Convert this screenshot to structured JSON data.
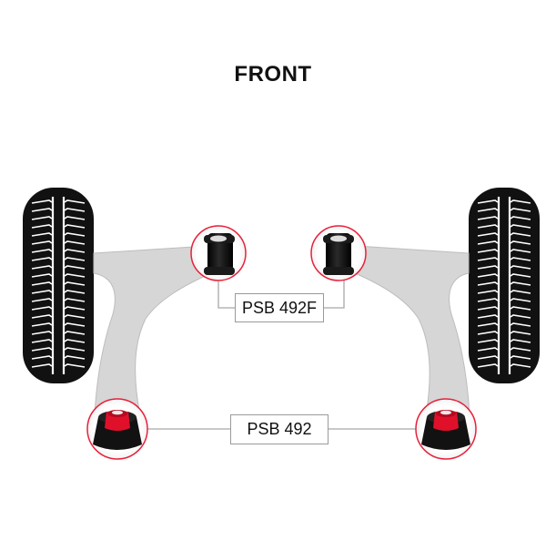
{
  "title": "FRONT",
  "labels": {
    "front_bush": "PSB 492F",
    "rear_bush": "PSB 492"
  },
  "colors": {
    "arm": "#d6d6d6",
    "arm_outline": "#b4b4b4",
    "tyre": "#111111",
    "bush_rubber": "#141414",
    "bush_insert": "#e0102a",
    "highlight_ring": "#e8203a",
    "leader_line": "#a8a8a8"
  },
  "icons": [
    "tyre-icon",
    "bush-icon",
    "bush-insert-icon"
  ]
}
